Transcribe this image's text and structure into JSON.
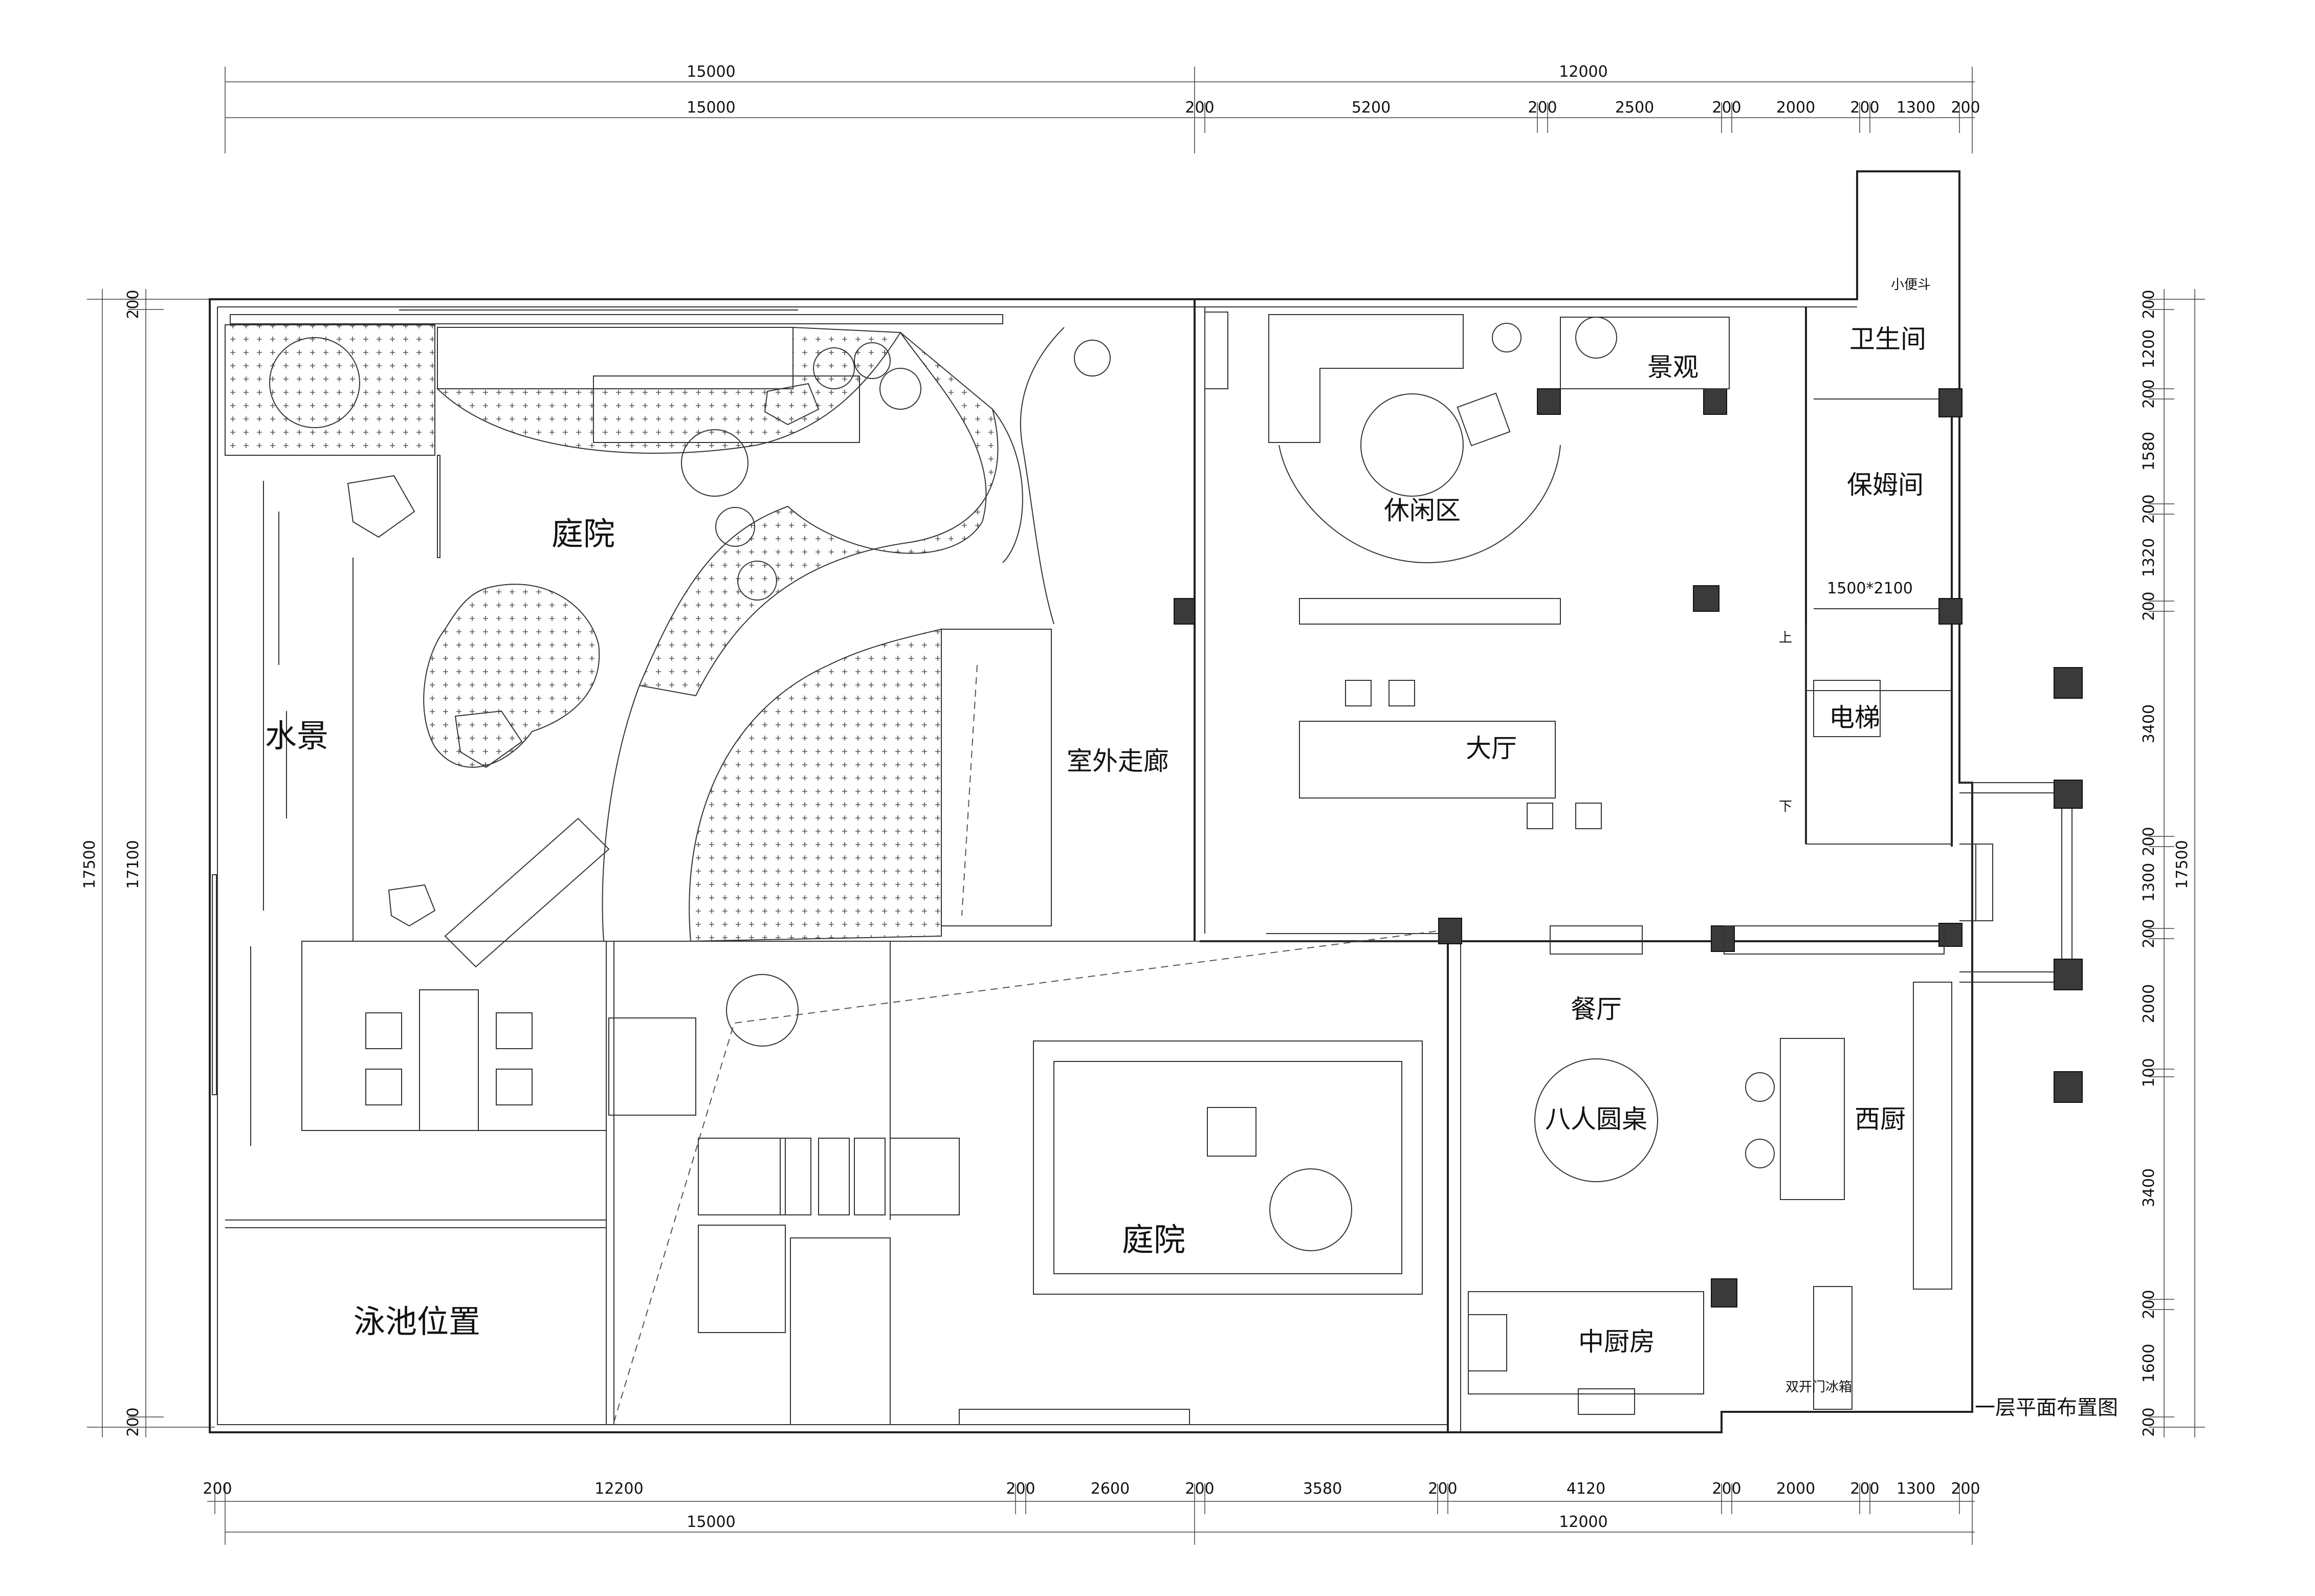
{
  "dimensions": {
    "top_overall": [
      "15000",
      "12000"
    ],
    "top_detail": [
      "15000",
      "200",
      "5200",
      "200",
      "2500",
      "200",
      "2000",
      "200",
      "1300",
      "200"
    ],
    "bottom_detail": [
      "200",
      "12200",
      "200",
      "2600",
      "200",
      "3580",
      "200",
      "4120",
      "200",
      "2000",
      "200",
      "1300",
      "200"
    ],
    "bottom_overall": [
      "15000",
      "12000"
    ],
    "left_overall": "17500",
    "left_inner": [
      "200",
      "17100",
      "200"
    ],
    "right_detail": [
      "200",
      "1200",
      "200",
      "1580",
      "200",
      "1320",
      "200",
      "3400",
      "200",
      "1300",
      "200",
      "2000",
      "100",
      "3400",
      "200",
      "1600",
      "200"
    ],
    "right_overall": "17500"
  },
  "rooms": {
    "courtyard_north": "庭院",
    "water_feature": "水景",
    "outdoor_corridor": "室外走廊",
    "leisure_area": "休闲区",
    "landscape": "景观",
    "bathroom": "卫生间",
    "urinal": "小便斗",
    "maid_room": "保姆间",
    "door_size": "1500*2100",
    "elevator": "电梯",
    "stair_up": "上",
    "stair_down": "下",
    "hall": "大厅",
    "dining": "餐厅",
    "round_table": "八人圆桌",
    "western_kitchen": "西厨",
    "chinese_kitchen": "中厨房",
    "fridge": "双开门冰箱",
    "courtyard_south": "庭院",
    "pool": "泳池位置"
  },
  "drawing_title": "一层平面布置图",
  "colors": {
    "line": "#222222",
    "column": "#3a3a3a",
    "background": "#ffffff"
  }
}
